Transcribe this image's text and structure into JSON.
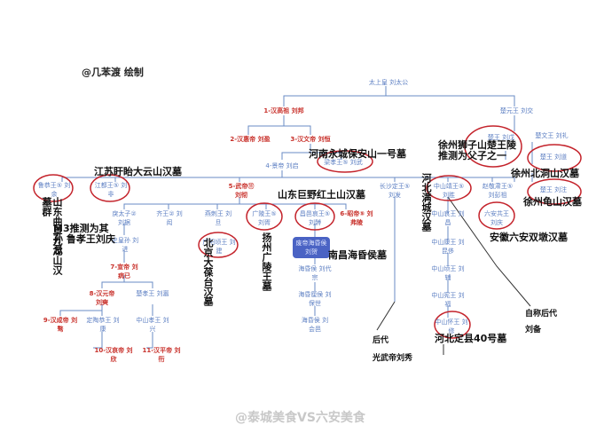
{
  "credit": "@几苯渡 绘制",
  "weibo": "@泰城美食VS六安美食",
  "nodes": {
    "taishang": "太上皇 刘太公",
    "chu_yuan": "楚元王 刘交",
    "han_gaozu": "1-汉高祖 刘邦",
    "han_huidi": "2-汉惠帝 刘盈",
    "han_wendi": "3-汉文帝 刘恒",
    "jingdi": "4-景帝 刘启",
    "liang_xiao": "梁孝王⑤ 刘武",
    "chu_wang": "楚王 刘戊",
    "chu_a1": "楚文王 刘礼",
    "chu_a2": "楚王 刘道",
    "chu_a3": "楚王 刘注",
    "lu_gong": "鲁恭王⑤ 刘余",
    "jiang_du": "江都王⑤ 刘非",
    "wudi": "5-武帝⑪ 刘彻",
    "changsha": "长沙定王⑤ 刘发",
    "zhongshan_jing": "中山靖王⑤ 刘胜",
    "zhao_jing": "赵敬肃王⑤ 刘彭祖",
    "liu_an": "六安共王 刘庆",
    "li_taizi": "戾太子② 刘据",
    "qi_wang": "齐王② 刘闳",
    "yan_la": "燕刺王 刘旦",
    "guangling": "广陵王⑤ 刘胥",
    "changyi": "昌邑哀王⑤ 刘髆",
    "zhaodi": "6-昭帝⑤ 刘弗陵",
    "shi_huangsun": "史皇孙 刘进",
    "guangyang": "广阳顷王 刘建",
    "xuandi": "7-宣帝 刘病已",
    "hai_hun": "废帝海昏侯 刘贺",
    "yuandi": "8-汉元帝 刘奭",
    "chu_xiao": "楚孝王 刘嚣",
    "chengdi": "9-汉成帝 刘骜",
    "dingtao": "定陶恭王 刘康",
    "zhongshan_xiao": "中山孝王 刘兴",
    "aidi": "10-汉哀帝 刘欣",
    "pingdi": "11-汉平帝 刘衎",
    "hai_dai": "海昏侯 刘代宗",
    "hai_bao": "海昏厘侯 刘保世",
    "hai_hui": "海昏侯 刘会邑",
    "zs1": "中山哀王 刘昌",
    "zs2": "中山康王 刘昆侈",
    "zs3": "中山顷王 刘辅",
    "zs4": "中山宪王 刘福",
    "zs5": "中山怀王 刘修"
  },
  "annotations": {
    "henan": "河南永城保安山一号墓",
    "xuzhou_chu": "徐州狮子山楚王陵 推测为父子之一",
    "xuzhou_beidong": "徐州北洞山汉墓",
    "xuzhou_guishan": "徐州龟山汉墓",
    "jiangsu": "江苏盱眙大云山汉墓",
    "shandong_jiulong": "山东曲阜九龙山汉墓群",
    "shandong_juye": "山东巨野红土山汉墓",
    "hebei_mancheng": "河北满城汉墓",
    "liuan_shuangdun": "安徽六安双墩汉墓",
    "ai3": "M3推测为其孙 鲁孝王刘庆忌",
    "beijing": "北京大葆台汉墓",
    "yangzhou": "扬州广陵王墓",
    "nanchang": "南昌海昏侯墓",
    "hebei_dingxian": "河北定县40号墓",
    "houdai": "后代",
    "guangwu": "光武帝刘秀",
    "ziheng": "自称后代",
    "liubei": "刘备"
  }
}
